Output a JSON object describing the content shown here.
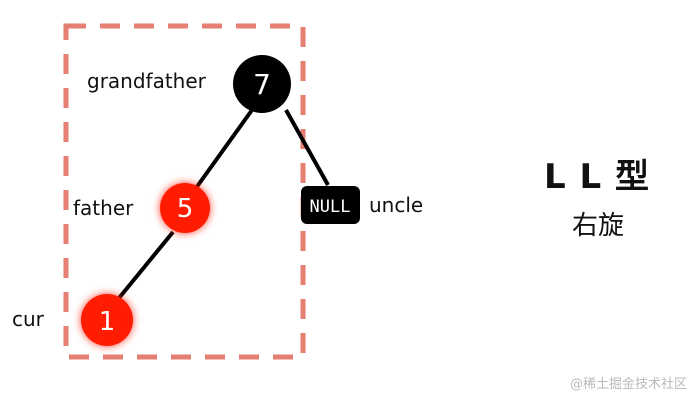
{
  "tree": {
    "grandfather": {
      "role": "grandfather",
      "value": "7",
      "color": "#000000"
    },
    "father": {
      "role": "father",
      "value": "5",
      "color": "#ff1a00"
    },
    "cur": {
      "role": "cur",
      "value": "1",
      "color": "#ff1a00"
    },
    "uncle": {
      "role": "uncle",
      "value": "NULL",
      "color": "#000000"
    }
  },
  "box": {
    "stroke_color": "#e57f72"
  },
  "title": "L L 型",
  "subtitle": "右旋",
  "watermark": "@稀土掘金技术社区"
}
